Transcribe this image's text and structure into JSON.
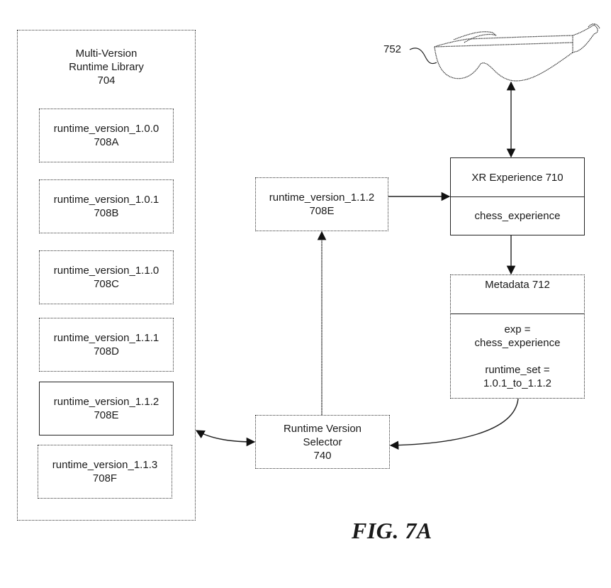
{
  "figure": {
    "label": "FIG. 7A"
  },
  "library": {
    "title_lines": [
      "Multi-Version",
      "Runtime Library",
      "704"
    ],
    "versions": [
      {
        "name": "runtime_version_1.0.0",
        "ref": "708A"
      },
      {
        "name": "runtime_version_1.0.1",
        "ref": "708B"
      },
      {
        "name": "runtime_version_1.1.0",
        "ref": "708C"
      },
      {
        "name": "runtime_version_1.1.1",
        "ref": "708D"
      },
      {
        "name": "runtime_version_1.1.2",
        "ref": "708E"
      },
      {
        "name": "runtime_version_1.1.3",
        "ref": "708F"
      }
    ]
  },
  "selected_runtime": {
    "name": "runtime_version_1.1.2",
    "ref": "708E"
  },
  "selector": {
    "lines": [
      "Runtime Version",
      "Selector",
      "740"
    ]
  },
  "xr_experience": {
    "title": "XR Experience 710",
    "value": "chess_experience"
  },
  "metadata": {
    "title": "Metadata 712",
    "exp_label": "exp =",
    "exp_value": "chess_experience",
    "runtime_set_label": "runtime_set =",
    "runtime_set_value": "1.0.1_to_1.1.2"
  },
  "headset": {
    "ref": "752",
    "icon": "xr-headset-icon"
  }
}
